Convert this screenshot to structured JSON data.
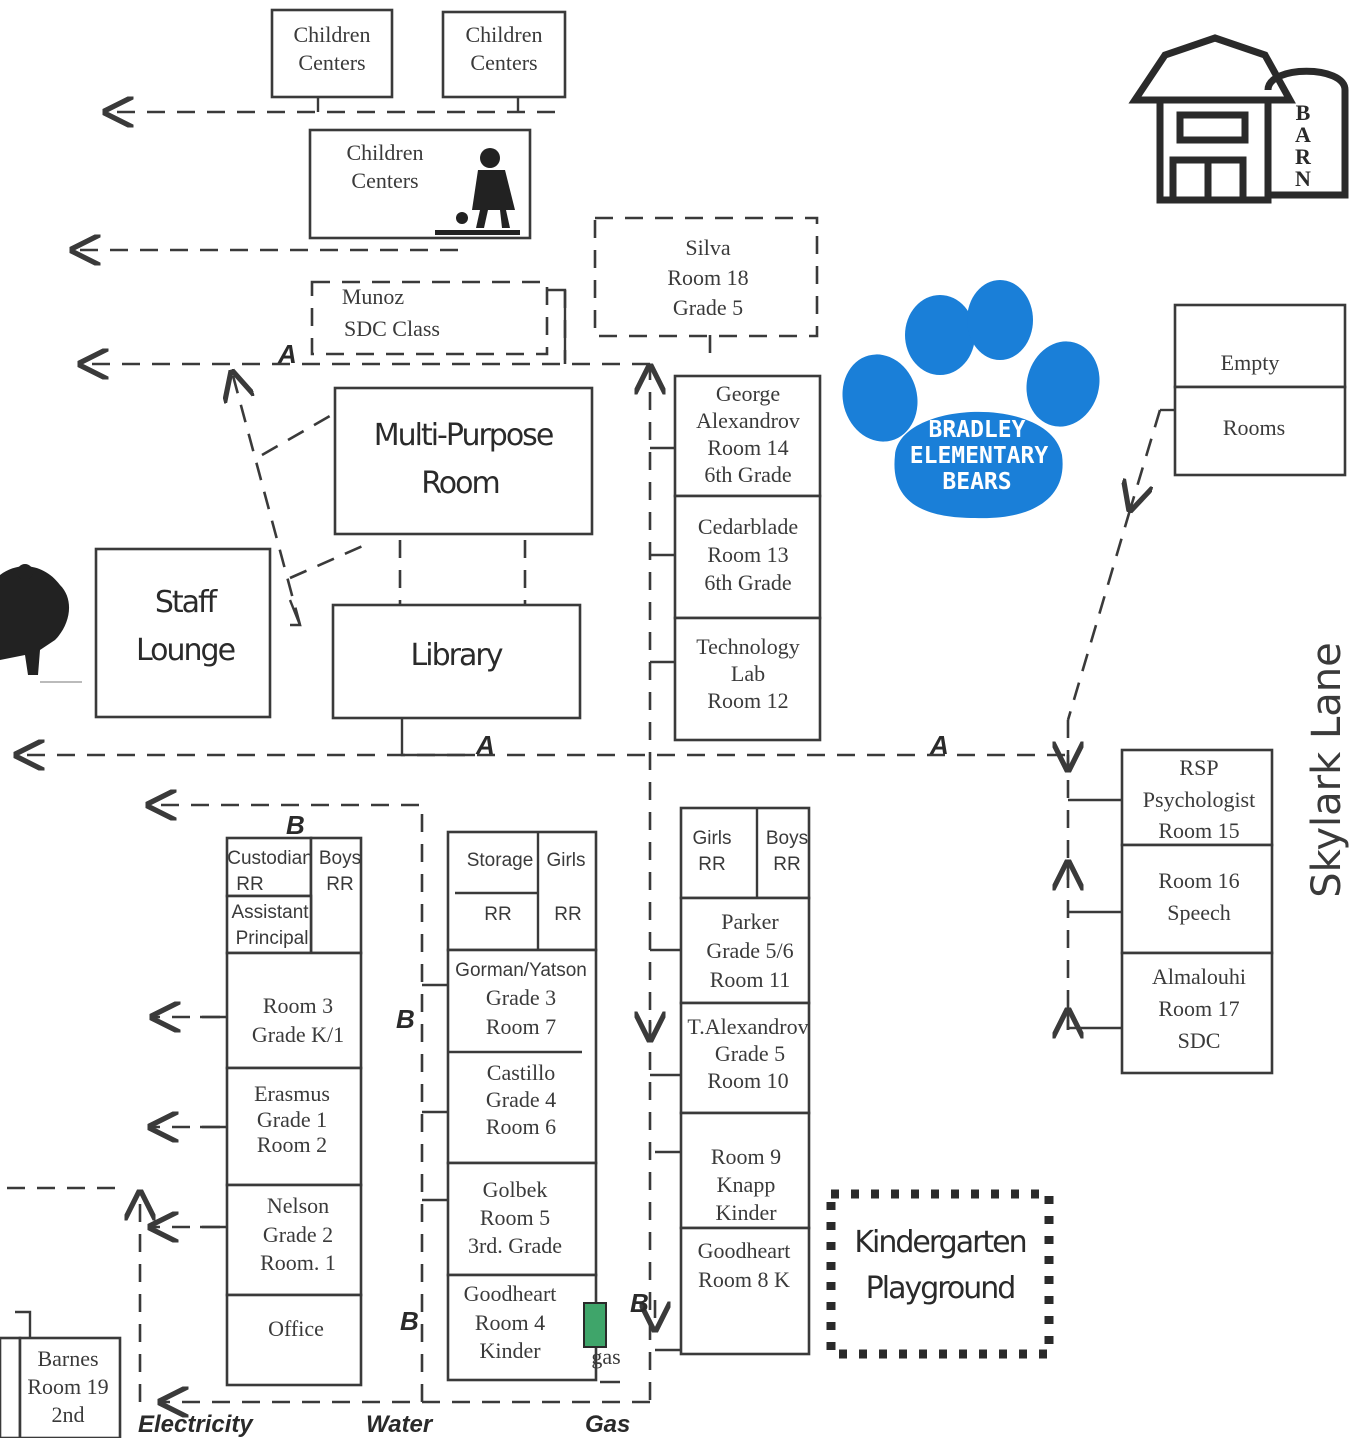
{
  "map": {
    "rooms": {
      "cc1": [
        "Children",
        "Centers"
      ],
      "cc2": [
        "Children",
        "Centers"
      ],
      "cc3": [
        "Children",
        "Centers"
      ],
      "munoz": [
        "Munoz",
        "SDC Class"
      ],
      "silva": [
        "Silva",
        "Room 18",
        "Grade 5"
      ],
      "mpr": [
        "Multi-Purpose",
        "Room"
      ],
      "staff": [
        "Staff",
        "Lounge"
      ],
      "library": [
        "Library"
      ],
      "george": [
        "George",
        "Alexandrov",
        "Room 14",
        "6th Grade"
      ],
      "cedarblade": [
        "Cedarblade",
        "Room 13",
        "6th Grade"
      ],
      "tech": [
        "Technology",
        "Lab",
        "Room 12"
      ],
      "empty": [
        "Empty"
      ],
      "rooms_lbl": [
        "Rooms"
      ],
      "rsp": [
        "RSP",
        "Psychologist",
        "Room 15"
      ],
      "room16": [
        "Room 16",
        "Speech"
      ],
      "almalouhi": [
        "Almalouhi",
        "Room 17",
        "SDC"
      ],
      "custodian": [
        "Custodian",
        "RR"
      ],
      "boys1": [
        "Boys",
        "RR"
      ],
      "assistant": [
        "Assistant",
        "Principal"
      ],
      "room3": [
        "Room 3",
        "Grade K/1"
      ],
      "erasmus": [
        "Erasmus",
        "Grade 1",
        "Room 2"
      ],
      "nelson": [
        "Nelson",
        "Grade 2",
        "Room. 1"
      ],
      "office": [
        "Office"
      ],
      "barnes": [
        "Barnes",
        "Room 19",
        "2nd"
      ],
      "storage": [
        "Storage"
      ],
      "girls1": [
        "Girls"
      ],
      "rr_a": [
        "RR"
      ],
      "rr_b": [
        "RR"
      ],
      "gorman": [
        "Gorman/Yatson",
        "Grade 3",
        "Room 7"
      ],
      "castillo": [
        "Castillo",
        "Grade 4",
        "Room 6"
      ],
      "golbek": [
        "Golbek",
        "Room 5",
        "3rd. Grade"
      ],
      "goodheart4": [
        "Goodheart",
        "Room 4",
        "Kinder"
      ],
      "girls2": [
        "Girls",
        "RR"
      ],
      "boys2": [
        "Boys",
        "RR"
      ],
      "parker": [
        "Parker",
        "Grade 5/6",
        "Room 11"
      ],
      "talex": [
        "T.Alexandrov",
        "Grade 5",
        "Room 10"
      ],
      "room9": [
        "Room 9",
        "Knapp",
        "Kinder"
      ],
      "goodheart8": [
        "Goodheart",
        "Room 8 K"
      ],
      "kplay": [
        "Kindergarten",
        "Playground"
      ]
    },
    "route_letters": {
      "a": "A",
      "b": "B"
    },
    "utilities": {
      "electricity": "Electricity",
      "water": "Water",
      "gas": "Gas",
      "gas_marker": "gas"
    },
    "street": "Skylark Lane",
    "mascot": [
      "BRADLEY",
      "ELEMENTARY",
      "BEARS"
    ],
    "barn_letters": [
      "B",
      "A",
      "R",
      "N"
    ],
    "colors": {
      "paw": "#1a7fd8",
      "gas_valve": "#3fa56a",
      "line": "#3a3a3a"
    }
  }
}
